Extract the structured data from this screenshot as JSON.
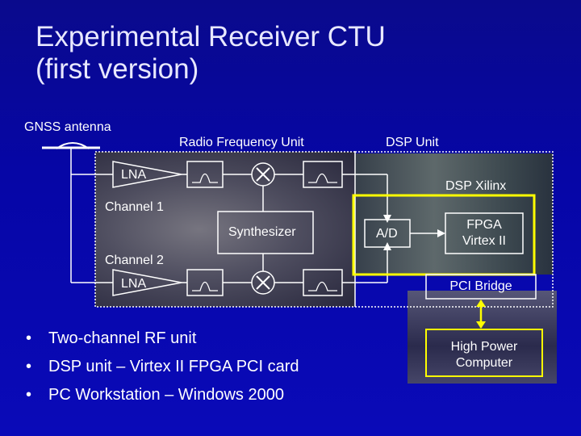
{
  "title": {
    "line1": "Experimental Receiver CTU",
    "line2": "(first version)"
  },
  "labels": {
    "antenna": "GNSS antenna",
    "rf_unit": "Radio Frequency Unit",
    "dsp_unit": "DSP Unit",
    "lna_top": "LNA",
    "lna_bottom": "LNA",
    "channel1": "Channel 1",
    "channel2": "Channel 2",
    "synth": "Synthesizer",
    "dsp_xilinx": "DSP Xilinx",
    "ad": "A/D",
    "fpga_line1": "FPGA",
    "fpga_line2": "Virtex II",
    "pci_bridge": "PCI Bridge",
    "computer_line1": "High Power",
    "computer_line2": "Computer"
  },
  "bullets": [
    "Two-channel RF unit",
    "DSP unit – Virtex II FPGA PCI card",
    "PC Workstation – Windows 2000"
  ],
  "colors": {
    "background": "#0606a6",
    "title": "#e8e8ff",
    "highlight_box": "#ffff00",
    "dashed": "#ffffff"
  }
}
